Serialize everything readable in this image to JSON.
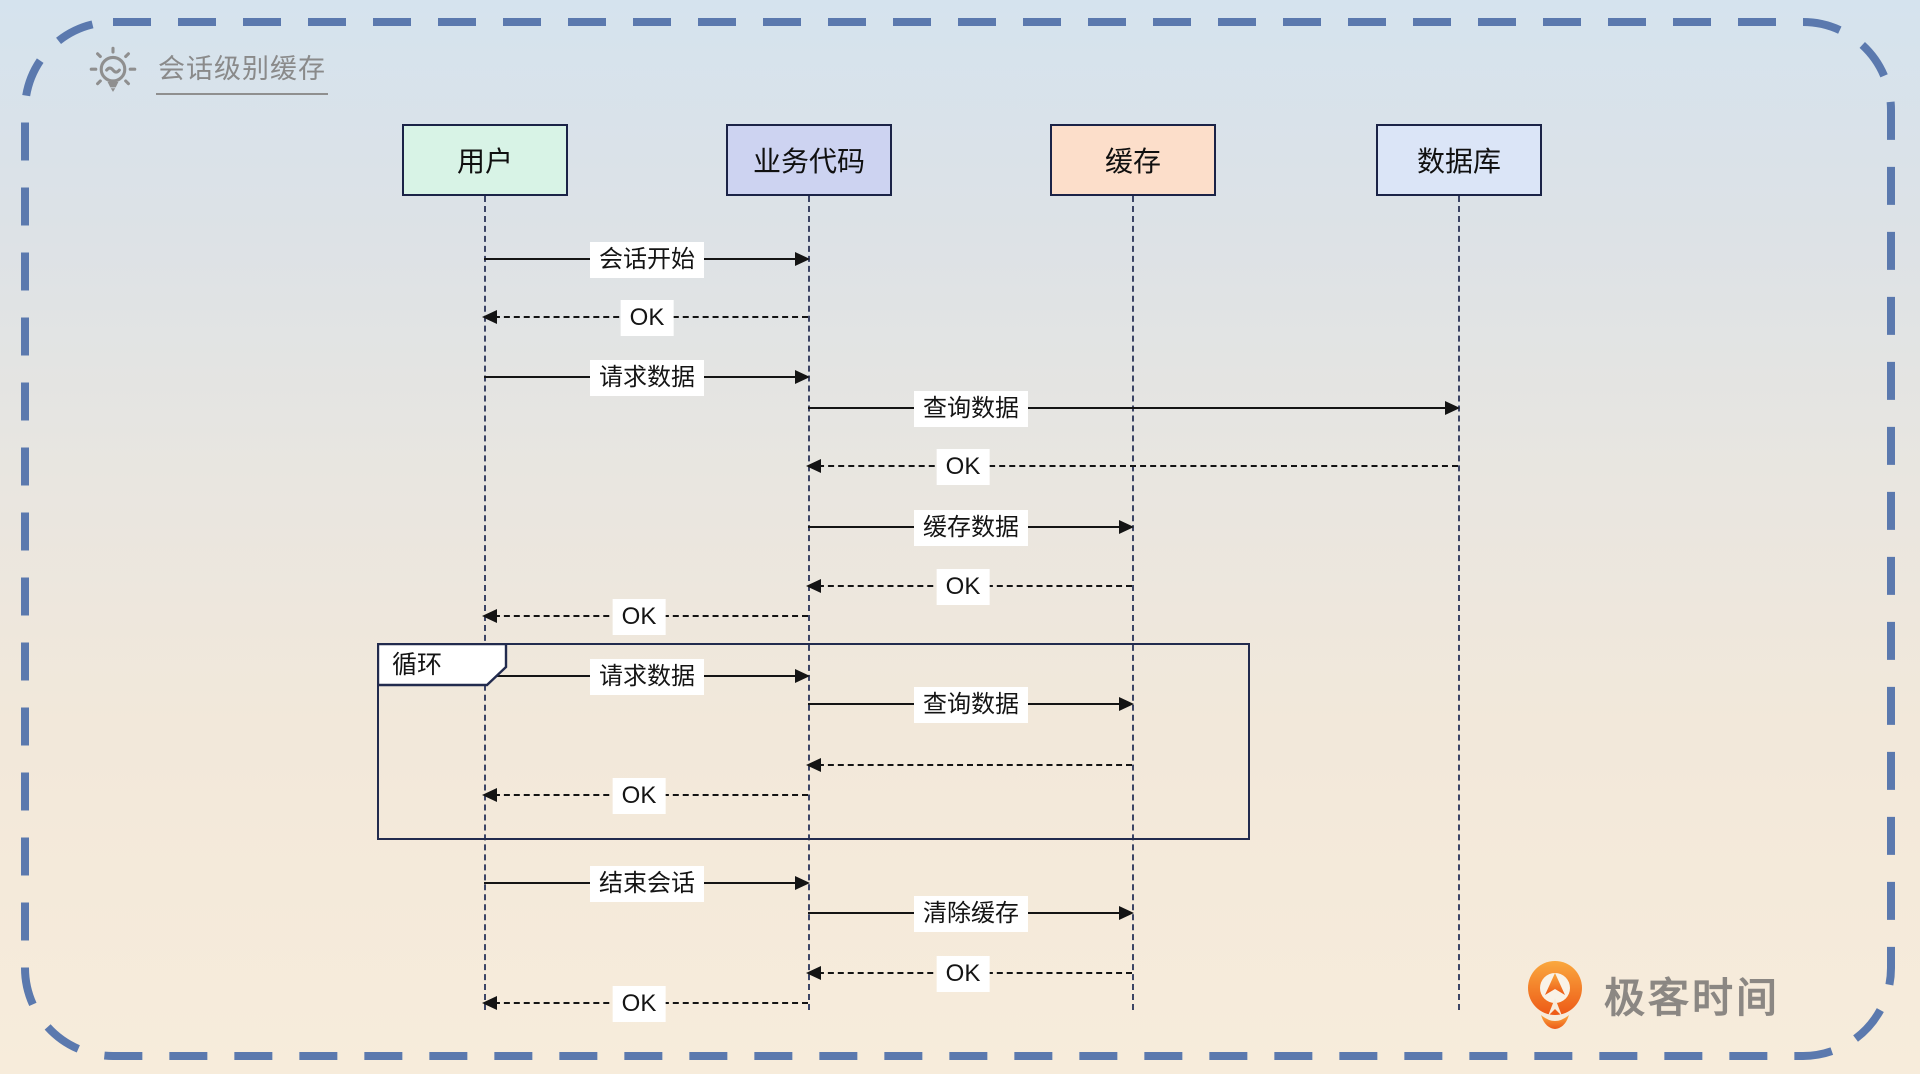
{
  "title": {
    "text": "会话级别缓存",
    "icon": "lightbulb-icon"
  },
  "actors": [
    {
      "label": "用户",
      "fill": "#d8f3e6"
    },
    {
      "label": "业务代码",
      "fill": "#cdd3f1"
    },
    {
      "label": "缓存",
      "fill": "#fcdeca"
    },
    {
      "label": "数据库",
      "fill": "#dbe5f7"
    }
  ],
  "loop": {
    "label": "循环"
  },
  "messages": [
    {
      "label": "会话开始",
      "from": "用户",
      "to": "业务代码",
      "type": "solid"
    },
    {
      "label": "OK",
      "from": "业务代码",
      "to": "用户",
      "type": "dashed"
    },
    {
      "label": "请求数据",
      "from": "用户",
      "to": "业务代码",
      "type": "solid"
    },
    {
      "label": "查询数据",
      "from": "业务代码",
      "to": "数据库",
      "type": "solid"
    },
    {
      "label": "OK",
      "from": "数据库",
      "to": "业务代码",
      "type": "dashed"
    },
    {
      "label": "缓存数据",
      "from": "业务代码",
      "to": "缓存",
      "type": "solid"
    },
    {
      "label": "OK",
      "from": "缓存",
      "to": "业务代码",
      "type": "dashed"
    },
    {
      "label": "OK",
      "from": "业务代码",
      "to": "用户",
      "type": "dashed"
    },
    {
      "label": "请求数据",
      "from": "用户",
      "to": "业务代码",
      "type": "solid",
      "in_loop": true
    },
    {
      "label": "查询数据",
      "from": "业务代码",
      "to": "缓存",
      "type": "solid",
      "in_loop": true
    },
    {
      "label": "",
      "from": "缓存",
      "to": "业务代码",
      "type": "dashed",
      "in_loop": true
    },
    {
      "label": "OK",
      "from": "业务代码",
      "to": "用户",
      "type": "dashed",
      "in_loop": true
    },
    {
      "label": "结束会话",
      "from": "用户",
      "to": "业务代码",
      "type": "solid"
    },
    {
      "label": "清除缓存",
      "from": "业务代码",
      "to": "缓存",
      "type": "solid"
    },
    {
      "label": "OK",
      "from": "缓存",
      "to": "业务代码",
      "type": "dashed"
    },
    {
      "label": "OK",
      "from": "业务代码",
      "to": "用户",
      "type": "dashed"
    }
  ],
  "logo": {
    "text": "极客时间",
    "brand_color": "#f26a1b"
  },
  "colors": {
    "frame_border": "#5b79ae",
    "lifeline": "#3c4566",
    "actor_border": "#1b2347",
    "message_line": "#141414",
    "bg_top": "#d5e3ee",
    "bg_bottom": "#f7ecdb"
  }
}
